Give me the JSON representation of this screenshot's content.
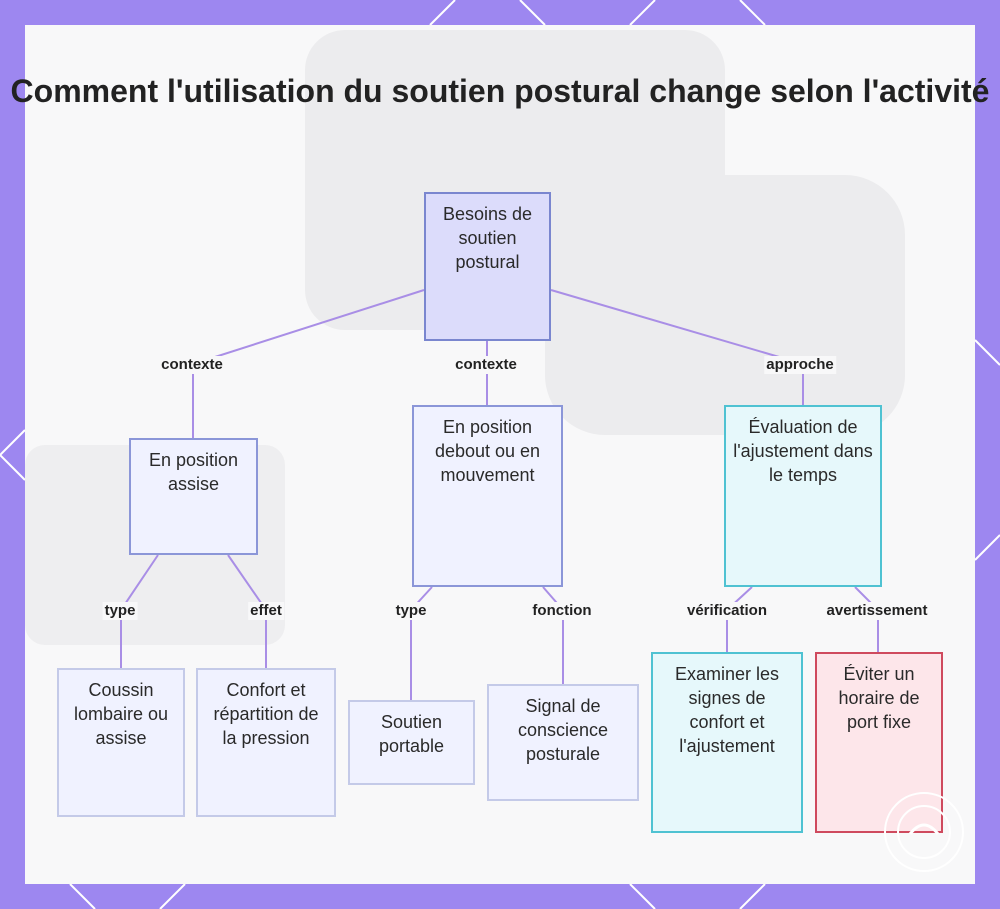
{
  "title": "Comment l'utilisation du soutien postural change selon l'activité",
  "nodes": {
    "root": "Besoins de soutien postural",
    "sitting": "En position assise",
    "standing": "En position debout ou en mouvement",
    "evaluation": "Évaluation de l'ajustement dans le temps",
    "cushion": "Coussin lombaire ou assise",
    "comfort": "Confort et répartition de la pression",
    "portable": "Soutien portable",
    "signal": "Signal de conscience posturale",
    "examine": "Examiner les signes de confort et l'ajustement",
    "avoid": "Éviter un horaire de port fixe"
  },
  "edge_labels": {
    "root_sitting": "contexte",
    "root_standing": "contexte",
    "root_evaluation": "approche",
    "sitting_cushion": "type",
    "sitting_comfort": "effet",
    "standing_portable": "type",
    "standing_signal": "fonction",
    "evaluation_examine": "vérification",
    "evaluation_avoid": "avertissement"
  },
  "colors": {
    "frame": "#9d87f0",
    "edge": "#a98ee6",
    "root_fill": "#dcdcfb",
    "node_fill": "#f0f2ff",
    "teal": "#4fc2d2",
    "red": "#cf4a5e"
  }
}
